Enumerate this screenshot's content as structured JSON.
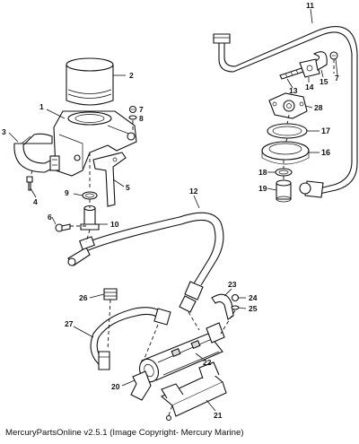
{
  "callouts": [
    "1",
    "2",
    "3",
    "4",
    "5",
    "6",
    "7",
    "7",
    "8",
    "9",
    "10",
    "11",
    "12",
    "13",
    "14",
    "15",
    "16",
    "17",
    "18",
    "19",
    "20",
    "21",
    "22",
    "23",
    "24",
    "25",
    "26",
    "27",
    "28"
  ],
  "footer": "MercuryPartsOnline v2.5.1 (Image Copyright- Mercury Marine)"
}
